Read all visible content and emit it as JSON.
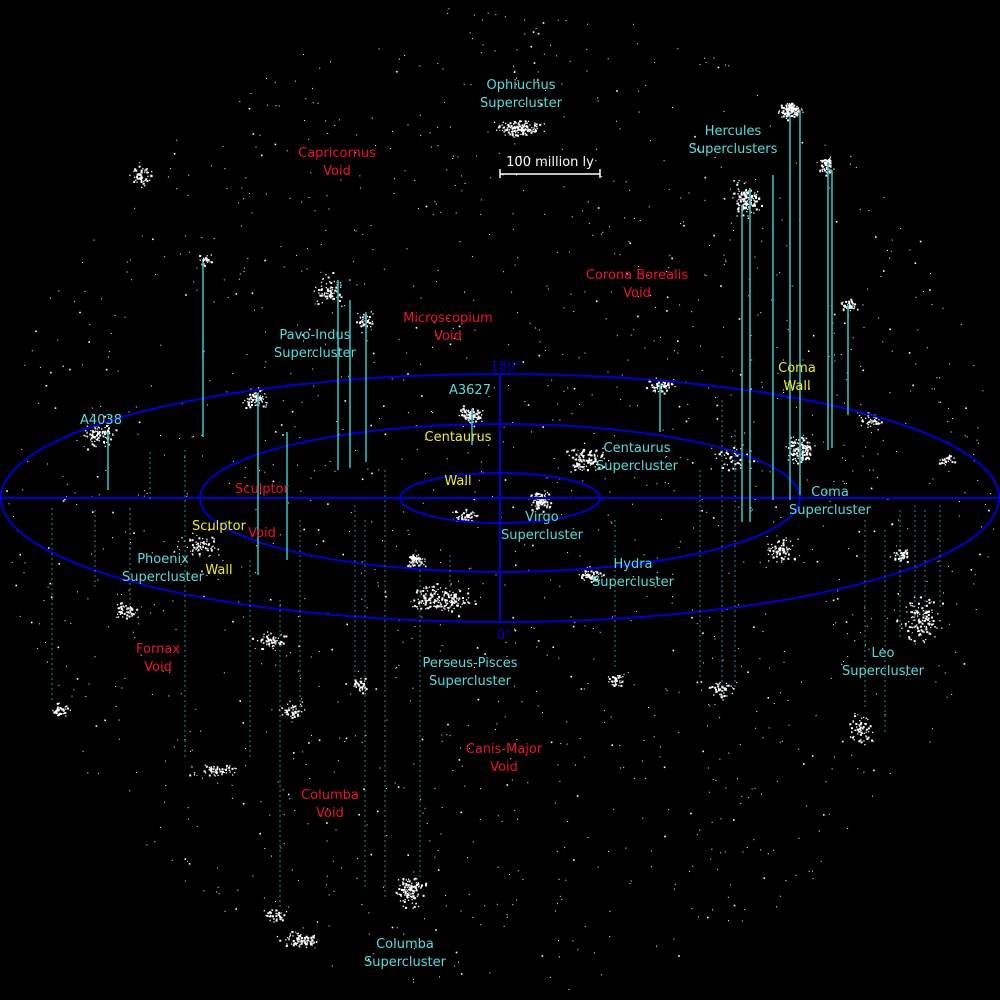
{
  "colors": {
    "background": "#000000",
    "grid": "#0000cc",
    "supercluster": "#55dddd",
    "void": "#ee1133",
    "wall": "#eeee22",
    "stars": "#ffffff",
    "dropline": "#33bbbb"
  },
  "scale_bar": {
    "label": "100 million ly"
  },
  "angle_labels": {
    "top": "180°",
    "bottom": "0°"
  },
  "superclusters": [
    {
      "id": "ophiuchus",
      "lines": [
        "Ophiuchus",
        "Supercluster"
      ]
    },
    {
      "id": "hercules",
      "lines": [
        "Hercules",
        "Superclusters"
      ]
    },
    {
      "id": "pavo-indus",
      "lines": [
        "Pavo-Indus",
        "Supercluster"
      ]
    },
    {
      "id": "a3627",
      "lines": [
        "A3627"
      ]
    },
    {
      "id": "a4038",
      "lines": [
        "A4038"
      ]
    },
    {
      "id": "centaurus",
      "lines": [
        "Centaurus",
        "Supercluster"
      ]
    },
    {
      "id": "coma",
      "lines": [
        "Coma",
        "Supercluster"
      ]
    },
    {
      "id": "virgo",
      "lines": [
        "Virgo",
        "Supercluster"
      ]
    },
    {
      "id": "hydra",
      "lines": [
        "Hydra",
        "Supercluster"
      ]
    },
    {
      "id": "phoenix",
      "lines": [
        "Phoenix",
        "Supercluster"
      ]
    },
    {
      "id": "perseus-pisces",
      "lines": [
        "Perseus-Pisces",
        "Supercluster"
      ]
    },
    {
      "id": "leo",
      "lines": [
        "Leo",
        "Supercluster"
      ]
    },
    {
      "id": "columba",
      "lines": [
        "Columba",
        "Supercluster"
      ]
    }
  ],
  "voids": [
    {
      "id": "capricornus",
      "lines": [
        "Capricornus",
        "Void"
      ]
    },
    {
      "id": "corona-borealis",
      "lines": [
        "Corona Borealis",
        "Void"
      ]
    },
    {
      "id": "microscopium",
      "lines": [
        "Microscopium",
        "Void"
      ]
    },
    {
      "id": "sculptor",
      "lines": [
        "Sculptor",
        "Void"
      ]
    },
    {
      "id": "fornax",
      "lines": [
        "Fornax",
        "Void"
      ]
    },
    {
      "id": "canis-major",
      "lines": [
        "Canis-Major",
        "Void"
      ]
    },
    {
      "id": "columba",
      "lines": [
        "Columba",
        "Void"
      ]
    }
  ],
  "walls": [
    {
      "id": "coma",
      "lines": [
        "Coma",
        "Wall"
      ]
    },
    {
      "id": "centaurus",
      "lines": [
        "Centaurus",
        "Wall"
      ]
    },
    {
      "id": "sculptor",
      "lines": [
        "Sculptor",
        "Wall"
      ]
    }
  ]
}
